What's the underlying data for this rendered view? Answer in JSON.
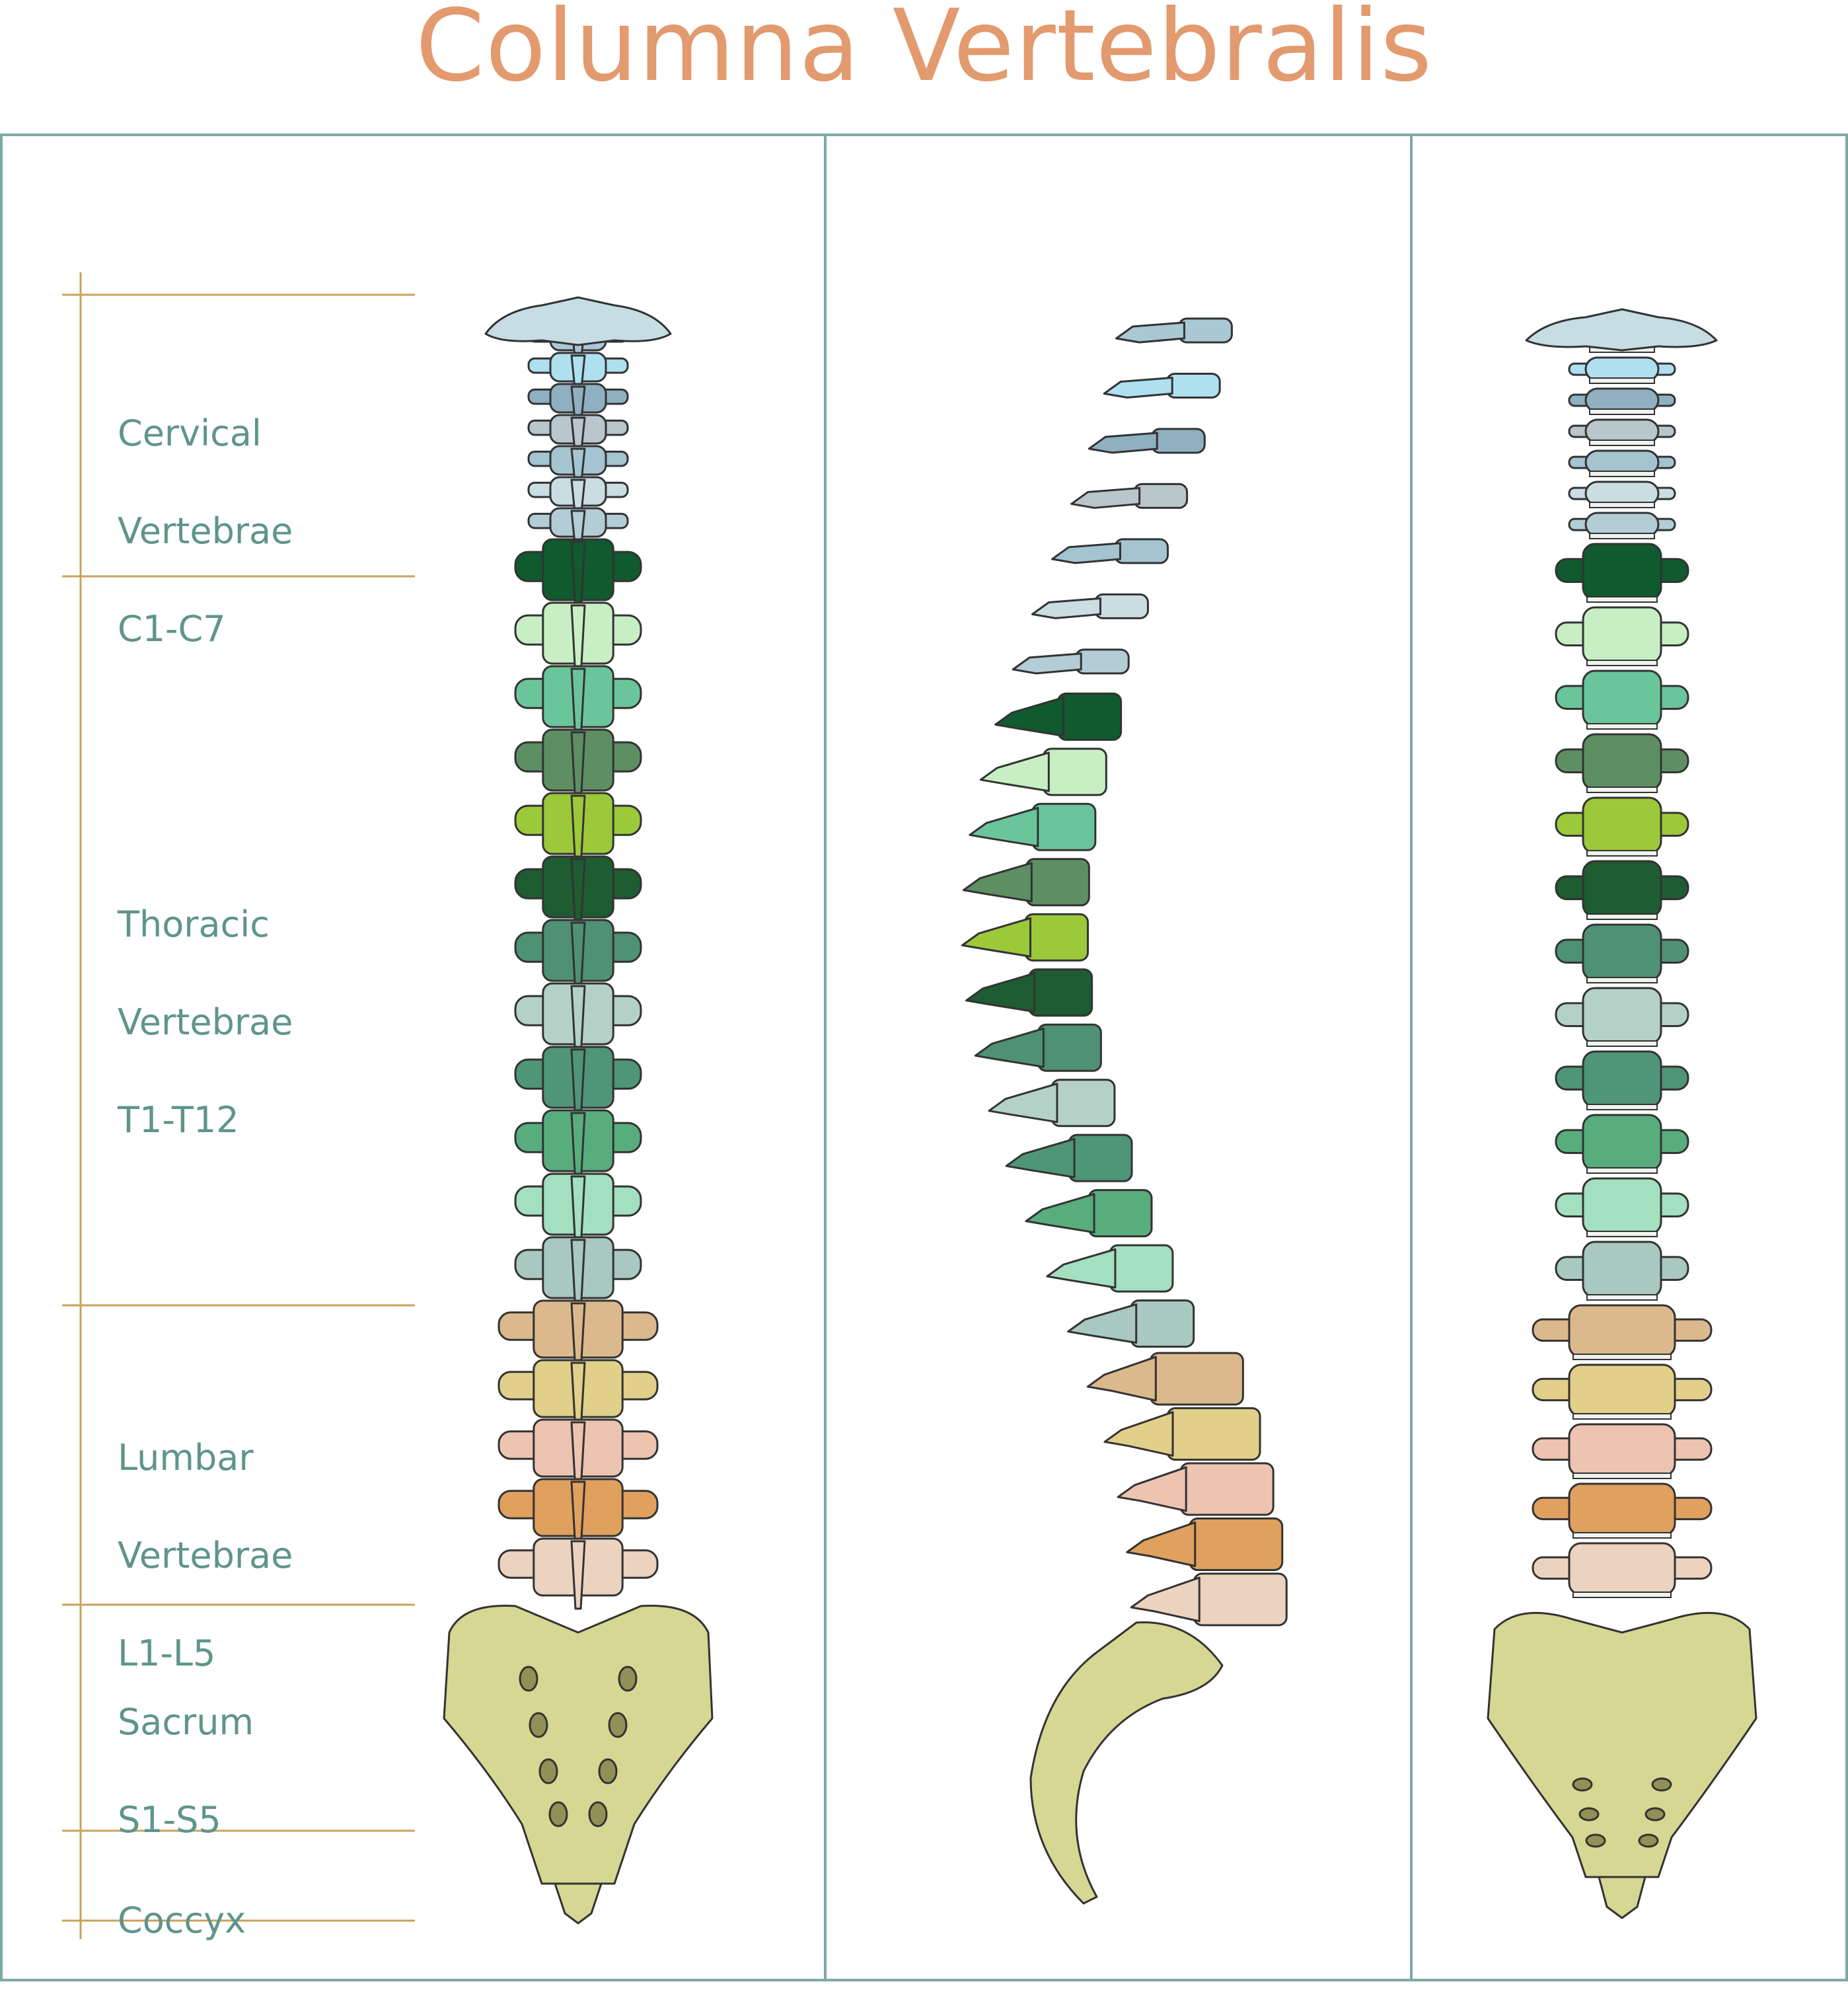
{
  "title": "Columna Vertebralis",
  "colors": {
    "title": "#e29a6e",
    "panel_border": "#7ea8a6",
    "bracket": "#c8a35a",
    "label": "#5f958a"
  },
  "views": [
    "posterior",
    "lateral",
    "anterior"
  ],
  "regions": [
    {
      "name": "Cervical Vertebrae C1-C7",
      "lines": [
        "Cervical",
        "Vertebrae",
        "C1-C7"
      ]
    },
    {
      "name": "Thoracic Vertebrae T1-T12",
      "lines": [
        "Thoracic",
        "Vertebrae",
        "T1-T12"
      ]
    },
    {
      "name": "Lumbar Vertebrae L1-L5",
      "lines": [
        "Lumbar",
        "Vertebrae",
        "L1-L5"
      ]
    },
    {
      "name": "Sacrum S1-S5",
      "lines": [
        "Sacrum",
        "S1-S5"
      ]
    },
    {
      "name": "Coccyx",
      "lines": [
        "Coccyx"
      ]
    }
  ],
  "vertebra_colors": {
    "cervical": [
      "#a9c8d4",
      "#aee0f0",
      "#8fb0c0",
      "#b9c6cc",
      "#a4c4d0",
      "#c9dde3",
      "#b3cdd6"
    ],
    "thoracic": [
      "#0f5a2e",
      "#c8efc4",
      "#6bc59b",
      "#5e8f63",
      "#9cc93a",
      "#1e5c31",
      "#4f9174",
      "#b4d1c7",
      "#4f9578",
      "#58ad7d",
      "#a3e0c0",
      "#a8c8c0"
    ],
    "lumbar": [
      "#dcb98c",
      "#e2d08a",
      "#ecc4b0",
      "#e0a05e",
      "#ebd3c0"
    ],
    "sacrum": "#d6d792",
    "coccyx": "#d6d792"
  }
}
